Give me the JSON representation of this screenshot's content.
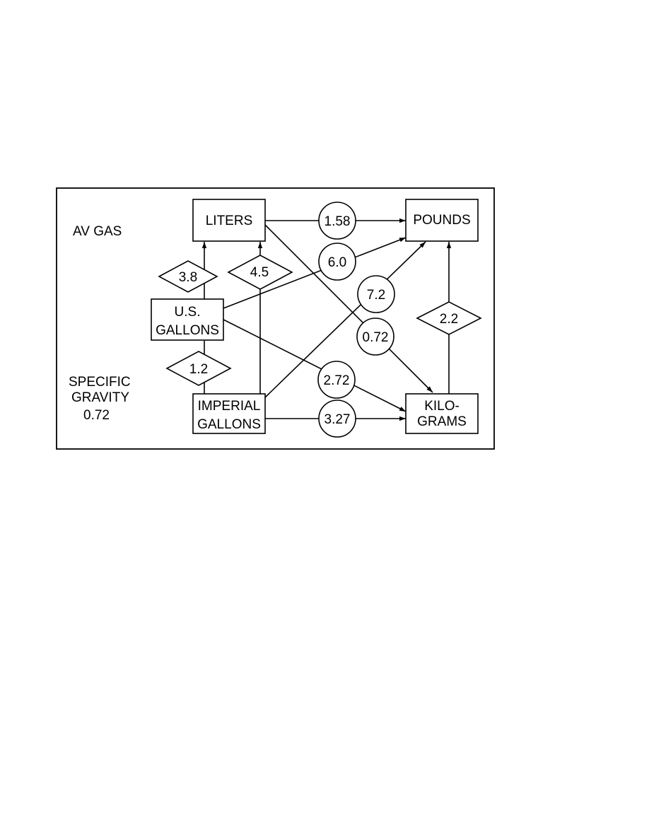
{
  "labels": {
    "title": "AV GAS",
    "specific_gravity_line1": "SPECIFIC",
    "specific_gravity_line2": "GRAVITY",
    "specific_gravity_value": "0.72"
  },
  "units": {
    "liters": "LITERS",
    "pounds": "POUNDS",
    "us_gallons_line1": "U.S.",
    "us_gallons_line2": "GALLONS",
    "imperial_line1": "IMPERIAL",
    "imperial_line2": "GALLONS",
    "kilograms_line1": "KILO-",
    "kilograms_line2": "GRAMS"
  },
  "factors": {
    "liters_to_pounds": "1.58",
    "usgal_to_pounds": "6.0",
    "impgal_to_pounds": "7.2",
    "liters_to_kilograms": "0.72",
    "usgal_to_kilograms": "2.72",
    "impgal_to_kilograms": "3.27",
    "usgal_to_liters": "3.8",
    "impgal_to_liters": "4.5",
    "impgal_to_usgal": "1.2",
    "kilograms_to_pounds": "2.2"
  }
}
